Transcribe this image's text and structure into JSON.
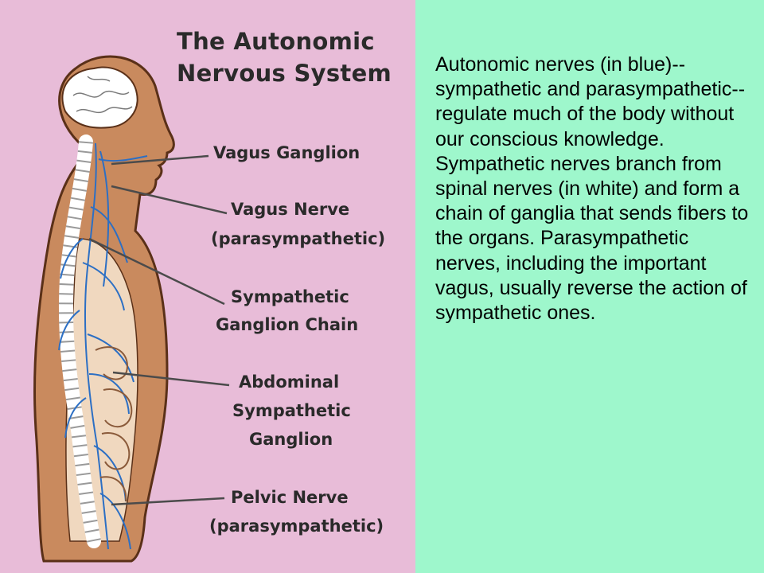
{
  "colors": {
    "left_background": "#e8bcd8",
    "right_background": "#9ef7cc",
    "body_fill": "#c98a5e",
    "body_outline": "#5a3018",
    "nerve_blue": "#2c6fc4",
    "spine_bone": "#ffffff",
    "pointer_line": "#4b4b4b"
  },
  "figure": {
    "title_line1": "The Autonomic",
    "title_line2": "Nervous System",
    "labels": {
      "vagus_ganglion": "Vagus Ganglion",
      "vagus_nerve_line1": "Vagus Nerve",
      "vagus_nerve_line2": "(parasympathetic)",
      "sympathetic_chain_line1": "Sympathetic",
      "sympathetic_chain_line2": "Ganglion Chain",
      "abdominal_line1": "Abdominal",
      "abdominal_line2": "Sympathetic",
      "abdominal_line3": "Ganglion",
      "pelvic_line1": "Pelvic Nerve",
      "pelvic_line2": "(parasympathetic)"
    }
  },
  "description": "Autonomic nerves (in blue)--sympathetic and parasympathetic--regulate much of the body without our conscious knowledge. Sympathetic nerves branch from spinal nerves (in white) and form a chain of ganglia that sends fibers to the organs. Parasympathetic nerves, including the important vagus, usually reverse the action of sympathetic ones."
}
